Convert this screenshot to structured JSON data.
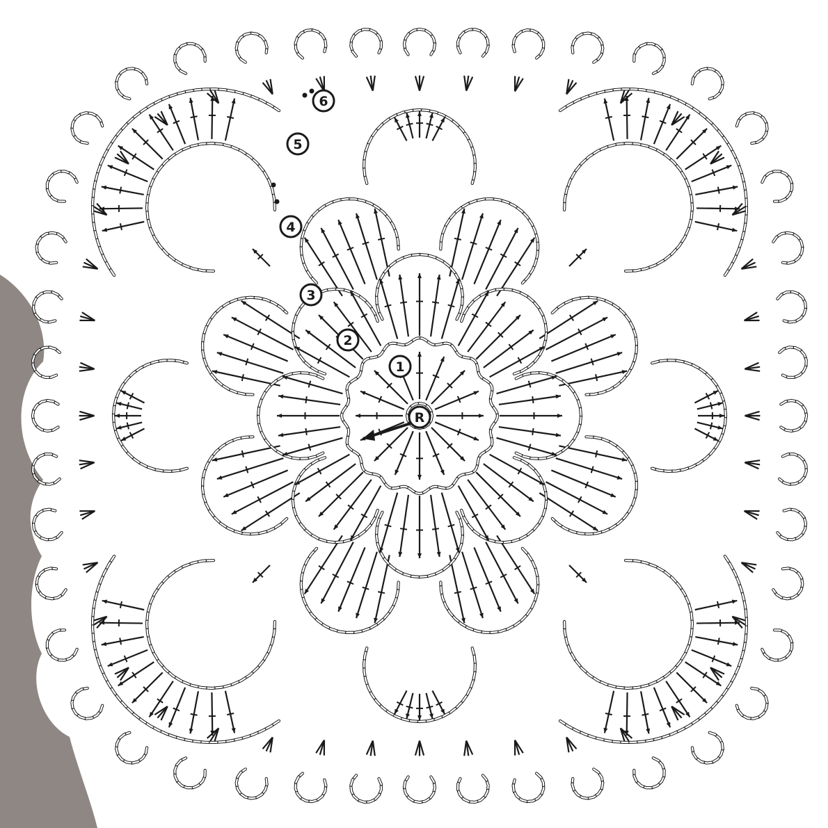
{
  "diagram": {
    "type": "crochet-chart",
    "colors": {
      "background": "#ffffff",
      "ink": "#1a1a1a",
      "fabric": "#8e8784"
    },
    "round_markers": [
      {
        "label": "1",
        "round": 1
      },
      {
        "label": "2",
        "round": 2
      },
      {
        "label": "3",
        "round": 3
      },
      {
        "label": "4",
        "round": 4
      },
      {
        "label": "5",
        "round": 5
      },
      {
        "label": "6",
        "round": 6
      },
      {
        "label": "R",
        "round": "repeat"
      }
    ],
    "round_structure": [
      {
        "round": 1,
        "petals": 8
      },
      {
        "round": 2,
        "petals": 8
      },
      {
        "round": 3,
        "petals": 8
      },
      {
        "round": 4,
        "corner_fans": 4,
        "side_loops": 4
      },
      {
        "round": 5,
        "arches": 24
      },
      {
        "round": 6,
        "picot_loops": 44
      }
    ]
  }
}
